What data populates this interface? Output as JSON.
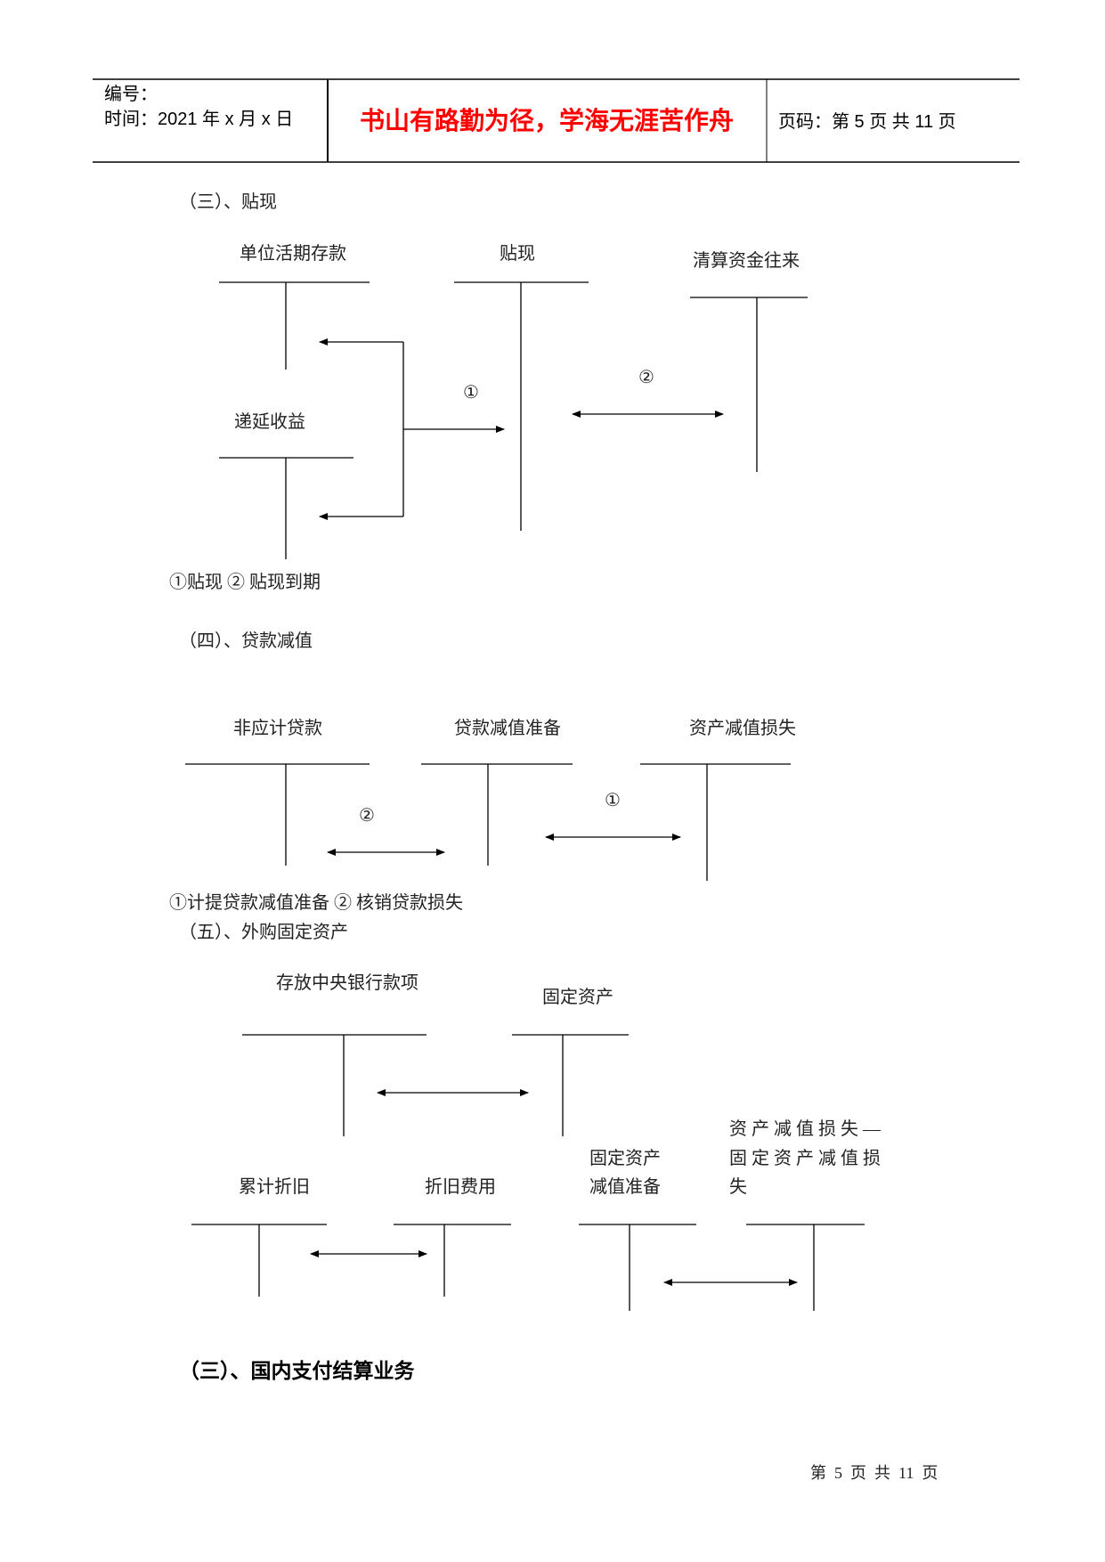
{
  "header": {
    "number_label": "编号：",
    "date_label": "时间：2021 年 x 月 x 日",
    "motto": "书山有路勤为径，学海无涯苦作舟",
    "page_label": "页码：第 5 页  共 11 页"
  },
  "section_discount": {
    "title": "（三）、贴现",
    "accounts": [
      "单位活期存款",
      "贴现",
      "清算资金往来",
      "递延收益"
    ],
    "marks": [
      "①",
      "②"
    ],
    "legend": "①贴现   ②  贴现到期"
  },
  "section_impairment": {
    "title": "（四）、贷款减值",
    "accounts": [
      "非应计贷款",
      "贷款减值准备",
      "资产减值损失"
    ],
    "marks": [
      "②",
      "①"
    ],
    "legend": "①计提贷款减值准备   ②  核销贷款损失"
  },
  "section_fixed_assets": {
    "title": "（五）、外购固定资产",
    "accounts": [
      "存放中央银行款项",
      "固定资产",
      "累计折旧",
      "折旧费用"
    ],
    "impairment_reserve": [
      "固定资产",
      "减值准备"
    ],
    "impairment_loss": [
      "资产减值损失—",
      "固定资产减值损",
      "失"
    ]
  },
  "next_heading": "（三）、国内支付结算业务",
  "footer": "第  5  页  共  11  页"
}
